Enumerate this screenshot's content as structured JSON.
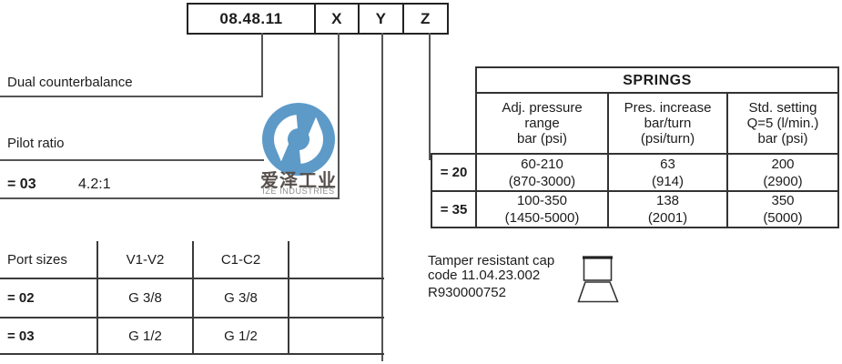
{
  "model_code": {
    "base": "08.48.11",
    "x": "X",
    "y": "Y",
    "z": "Z"
  },
  "sections": {
    "dual_label": "Dual counterbalance",
    "pilot_label": "Pilot ratio",
    "pilot_option": {
      "code": "= 03",
      "value": "4.2:1"
    }
  },
  "port_table": {
    "headers": [
      "Port sizes",
      "V1-V2",
      "C1-C2"
    ],
    "rows": [
      {
        "code": "= 02",
        "v1v2": "G 3/8",
        "c1c2": "G 3/8"
      },
      {
        "code": "= 03",
        "v1v2": "G 1/2",
        "c1c2": "G 1/2"
      }
    ]
  },
  "springs_table": {
    "title": "SPRINGS",
    "col_headers": [
      {
        "l1": "Adj. pressure",
        "l2": "range",
        "l3": "bar (psi)"
      },
      {
        "l1": "Pres. increase",
        "l2": "bar/turn",
        "l3": "(psi/turn)"
      },
      {
        "l1": "Std. setting",
        "l2": "Q=5 (l/min.)",
        "l3": "bar (psi)"
      }
    ],
    "rows": [
      {
        "code": "= 20",
        "c1a": "60-210",
        "c1b": "(870-3000)",
        "c2a": "63",
        "c2b": "(914)",
        "c3a": "200",
        "c3b": "(2900)"
      },
      {
        "code": "= 35",
        "c1a": "100-350",
        "c1b": "(1450-5000)",
        "c2a": "138",
        "c2b": "(2001)",
        "c3a": "350",
        "c3b": "(5000)"
      }
    ]
  },
  "tamper": {
    "line1": "Tamper resistant cap",
    "line2": "code 11.04.23.002",
    "line3": "R930000752"
  },
  "watermark": {
    "cn": "爱泽工业",
    "en": "IZE INDUSTRIES"
  },
  "colors": {
    "logo_blue": "#5d9ac8",
    "connector_line": "#555555",
    "table_border": "#333333",
    "text": "#1c1c1c"
  }
}
